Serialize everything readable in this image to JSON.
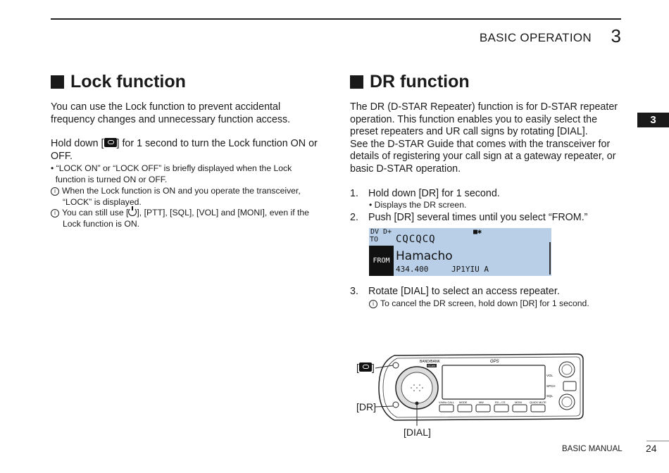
{
  "header": {
    "section_title": "BASIC OPERATION",
    "chapter_number": "3"
  },
  "side_tab": "3",
  "lock": {
    "heading": "Lock function",
    "intro_1": "You can use the Lock function to prevent accidental",
    "intro_2": "frequency changes and unnecessary function access.",
    "hold_a": "Hold down [",
    "hold_b": "] for 1 second to turn the Lock function ON or",
    "hold_c": "OFF.",
    "bullet_1a": "• “LOCK ON” or “LOCK OFF” is briefly displayed when the Lock",
    "bullet_1b": "function is turned ON or OFF.",
    "info_1a": "When the Lock function is ON and you operate the transceiver,",
    "info_1b": "“LOCK” is displayed.",
    "info_2a": "You can still use [",
    "info_2b": "], [PTT], [SQL], [VOL] and [MONI], even if the",
    "info_2c": "Lock function is ON."
  },
  "dr": {
    "heading": "DR function",
    "p1": "The DR (D-STAR Repeater) function is for D-STAR repeater",
    "p2": "operation. This function enables you to easily select the",
    "p3": "preset repeaters and UR call signs by rotating [DIAL].",
    "p4": "See the D-STAR Guide that comes with the transceiver for",
    "p5": "details of registering your call sign at a gateway repeater, or",
    "p6": "basic D-STAR operation.",
    "step1_num": "1.",
    "step1": "Hold down [DR] for 1 second.",
    "step1_sub": "• Displays the DR screen.",
    "step2_num": "2.",
    "step2": "Push [DR] several times until you select “FROM.”",
    "step3_num": "3.",
    "step3": "Rotate [DIAL] to select an access repeater.",
    "step3_note": "To cancel the DR screen, hold down [DR] for 1 second."
  },
  "lcd": {
    "top_row": "DV   D+",
    "battery": "■✱",
    "to_label": "TO",
    "call": "CQCQCQ",
    "from_label": "FROM",
    "name": "Hamacho",
    "freq": "434.400",
    "repeater": "JP1YIU A",
    "accent": "#b9cfe8"
  },
  "radio": {
    "label_dr": "[DR]",
    "label_dial": "[DIAL]",
    "label_lock_open": "[",
    "label_lock_close": "]",
    "top_labels": "BAND/BANK",
    "scan": "SCAN",
    "gps": "GPS",
    "vol": "VOL",
    "spch": "SPCH",
    "sql": "SQL",
    "buttons": [
      "V/MHz CALL",
      "MODE",
      "MW",
      "RX→CS",
      "MONI",
      "QUICK MUTE"
    ]
  },
  "footer": {
    "manual": "BASIC MANUAL",
    "page": "24"
  }
}
